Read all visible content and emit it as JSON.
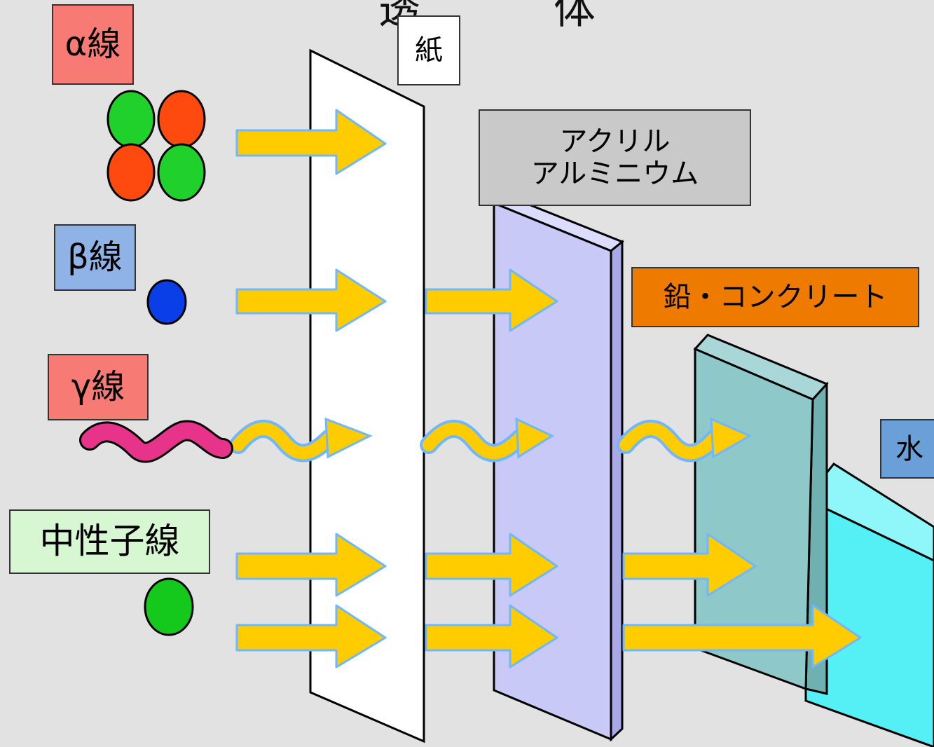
{
  "title_fragments": [
    "透",
    "体"
  ],
  "radiation": {
    "alpha": {
      "label": "α線",
      "color": "#f77b74"
    },
    "beta": {
      "label": "β線",
      "color": "#8fb3e6"
    },
    "gamma": {
      "label": "γ線",
      "color": "#f77b74"
    },
    "neutron": {
      "label": "中性子線",
      "color": "#d6f7d2"
    }
  },
  "materials": {
    "paper": {
      "label": "紙",
      "color": "#ffffff"
    },
    "acrylic": {
      "line1": "アクリル",
      "line2": "アルミニウム",
      "color": "#c9c9c9"
    },
    "lead": {
      "label": "鉛・コンクリート",
      "color": "#ee7a00"
    },
    "water": {
      "label": "水",
      "color": "#6b9fd8"
    }
  },
  "colors": {
    "arrow_fill": "#ffcc00",
    "arrow_outline": "#6fb7ff",
    "alpha_green": "#1fd12a",
    "alpha_red": "#ff4a0f",
    "beta_dot": "#0a3ee6",
    "gamma_wave": "#e8338a",
    "neutron_dot": "#15c91c",
    "paper_panel": "#ffffff",
    "acrylic_panel": "#c9c9f7",
    "lead_panel": "#8ec8c8",
    "water_panel": "#55f0f5"
  }
}
